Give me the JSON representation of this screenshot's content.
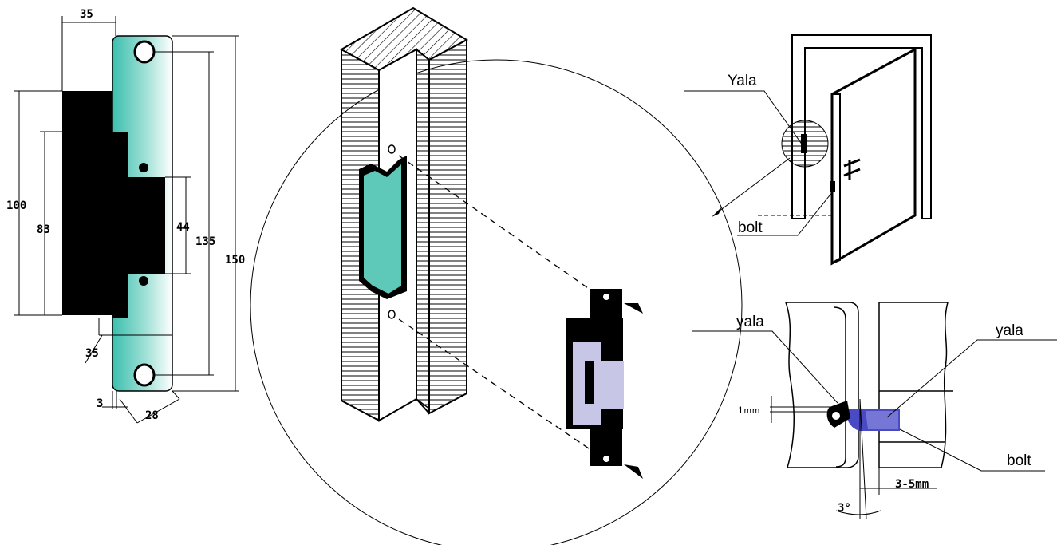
{
  "left_plate": {
    "dims": {
      "top_width": "35",
      "h100": "100",
      "h83": "83",
      "h44": "44",
      "h135": "135",
      "h150": "150",
      "bottom_35": "35",
      "bottom_3": "3",
      "bottom_28": "28"
    },
    "colors": {
      "plate": "#5ec9b8",
      "body": "#000000"
    }
  },
  "door_view": {
    "label_lock": "Yala",
    "label_bolt": "bolt"
  },
  "section_view": {
    "label_left": "yala",
    "label_right": "yala",
    "label_bolt": "bolt",
    "gap": "1mm",
    "offset": "3-5mm",
    "angle": "3°"
  },
  "colors": {
    "teal": "#5ec9b8",
    "lavender": "#c8c6e6",
    "blue": "#4a4ac4"
  }
}
